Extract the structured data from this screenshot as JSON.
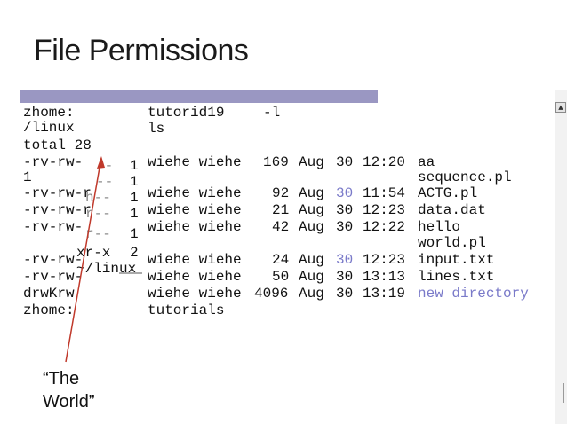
{
  "slide": {
    "title": "File Permissions",
    "annotation_line1": "“The",
    "annotation_line2": "World”"
  },
  "terminal": {
    "prompt1_a": "zhome:",
    "prompt1_b": "/linux",
    "cmd1_a": "tutorid19",
    "cmd1_b": "ls",
    "cmd1_flag": "-l",
    "total": "total 28",
    "perm_col": [
      "-rv-rw-",
      "1",
      "-rv-rw-r",
      "-rv-rw-r",
      "-rv-rw-",
      "-rv-rw-",
      "-rv-rw-",
      "drwKrw"
    ],
    "owners": [
      "wiehe wiehe",
      "wiehe wiehe",
      "wiehe wiehe",
      "wiehe wiehe",
      "wiehe wiehe",
      "wiehe wiehe",
      "wiehe wiehe"
    ],
    "sizes": [
      "169",
      "92",
      "21",
      "42",
      "24",
      "50",
      "4096"
    ],
    "months": [
      "Aug",
      "Aug",
      "Aug",
      "Aug",
      "Aug",
      "Aug",
      "Aug"
    ],
    "days": [
      "30",
      "30",
      "30",
      "30",
      "30",
      "30",
      "30"
    ],
    "times": [
      "12:20",
      "11:54",
      "12:23",
      "12:22",
      "12:23",
      "13:13",
      "13:19"
    ],
    "names": [
      "aa",
      "sequence.pl",
      "ACTG.pl",
      "data.dat",
      "hello",
      "world.pl",
      "input.txt",
      "lines.txt",
      "new directory"
    ],
    "overlay_frag": [
      "--",
      "1",
      "--",
      "1",
      "h--",
      "1",
      "r--",
      "1",
      "r--",
      "1",
      "xr-x",
      "2",
      "~/linux"
    ],
    "prompt2": "zhome:",
    "cmd2": "tutorials",
    "scroll_up_glyph": "▲",
    "colors": {
      "link": "#7a7ac9",
      "title_bar": "#9a97c2",
      "arrow": "#c0392b"
    }
  }
}
